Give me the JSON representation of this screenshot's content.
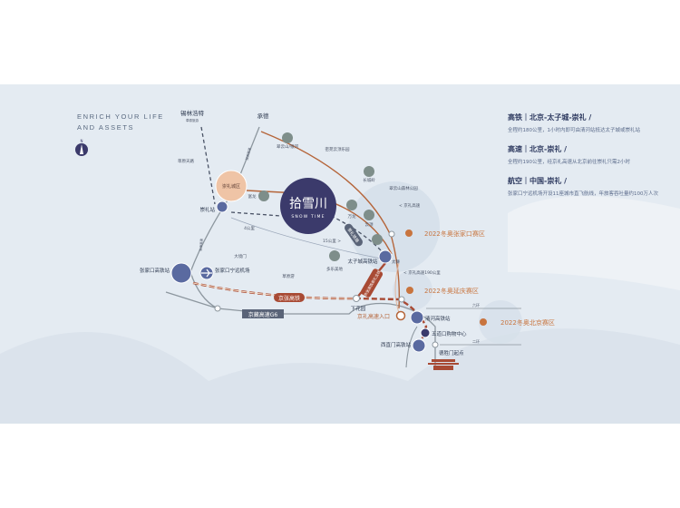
{
  "tagline": {
    "line1": "ENRICH YOUR LIFE",
    "line2": "AND ASSETS"
  },
  "compass": {
    "label": "N"
  },
  "project": {
    "name": "拾雪川",
    "name_en": "SNOW TIME"
  },
  "places": {
    "xilinhot": "锡林浩特",
    "xilinhot_sub": "草原旅游",
    "chengde": "承德",
    "grassland": "草原天路",
    "cuiyun": "翠云山/银河",
    "fulong": "富龙",
    "chongli_city": "崇礼城区",
    "chongli_station": "崇礼站",
    "miyuan": "密苑云顶乐园",
    "changcheng": "长城岭",
    "forest_park": "翠云山森林公园",
    "wanlong": "万龙",
    "yunding": "云顶",
    "taiwu": "太舞",
    "duole": "多乐美地",
    "dajingmen": "大境门",
    "caoyuan": "草原游",
    "km4": "4公里",
    "km15": "15公里 >",
    "jingli": "< 京礼高速",
    "jingli190": "< 京礼高速190公里",
    "zjk_station": "张家口\n高铁站",
    "zjk_airport": "张家口\n宁远机场",
    "taizicheng": "太子城高铁站",
    "xiahuayuan": "下花园",
    "jingli_entry": "京礼高速入口",
    "qinghe": "清河高铁站",
    "wudaokou": "五道口购物中心",
    "xizhimen": "西直门\n高铁站",
    "deshengmen": "德胜门起点",
    "ring6": "六环",
    "ring2": "二环",
    "road_v1": "张承高速",
    "road_v2": "延崇高速",
    "branch": "崇礼铁路",
    "red_badge": "京张高铁崇礼支线"
  },
  "lines": {
    "jingzhang": "京张高铁",
    "g6": "京藏高速G6"
  },
  "venues": {
    "zjk": "2022冬奥张家口赛区",
    "yanqing": "2022冬奥延庆赛区",
    "beijing": "2022冬奥北京赛区"
  },
  "info": [
    {
      "title": "高铁｜北京-太子城-崇礼 /",
      "desc": "全程约180公里，1小时内即可由清河站抵达太子城或崇礼站"
    },
    {
      "title": "高速｜北京-崇礼 /",
      "desc": "全程约190公里，经京礼高速从北京前往崇礼只需2小时"
    },
    {
      "title": "航空｜中国-崇礼 /",
      "desc": "张家口宁远机场开设11座城市直飞航线，年旅客吞吐量约100万人次"
    }
  ],
  "colors": {
    "map_bg": "#e4ebf2",
    "navy": "#3b3a6b",
    "brown": "#b5653a",
    "rail": "#a84a34",
    "road": "#8d979f",
    "venue": "#c8743e",
    "station": "#5a6aa0"
  }
}
